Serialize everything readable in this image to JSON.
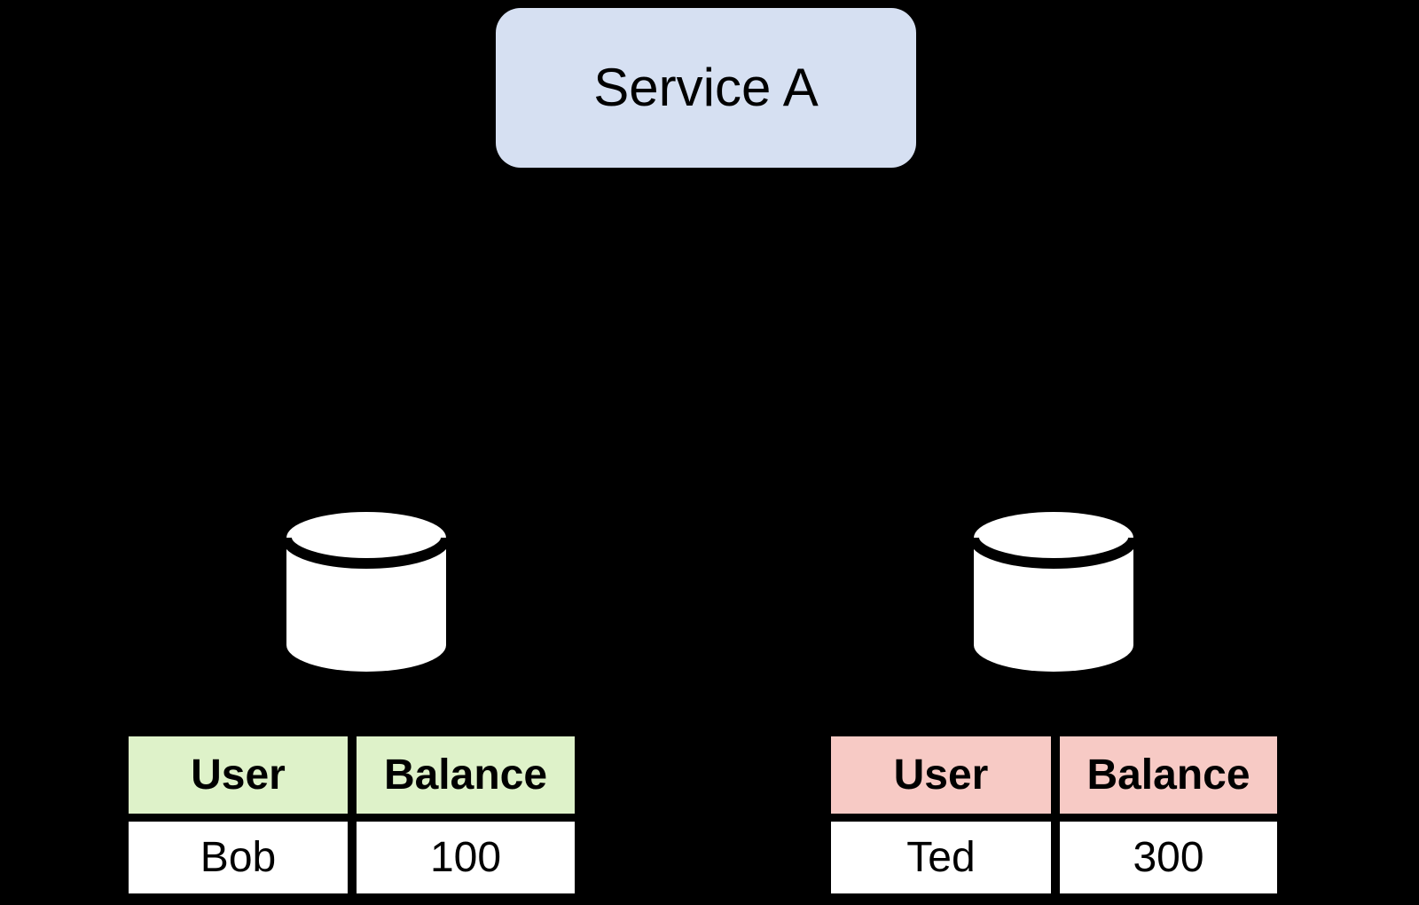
{
  "service": {
    "label": "Service A",
    "fill": "#d6e0f2"
  },
  "left_table": {
    "headers": [
      "User",
      "Balance"
    ],
    "rows": [
      [
        "Bob",
        "100"
      ]
    ],
    "header_color": "#def2c9"
  },
  "right_table": {
    "headers": [
      "User",
      "Balance"
    ],
    "rows": [
      [
        "Ted",
        "300"
      ]
    ],
    "header_color": "#f7cac5"
  },
  "colors": {
    "background": "#000000",
    "cylinder_fill": "#ffffff",
    "grid_line": "#000000",
    "text": "#000000"
  }
}
